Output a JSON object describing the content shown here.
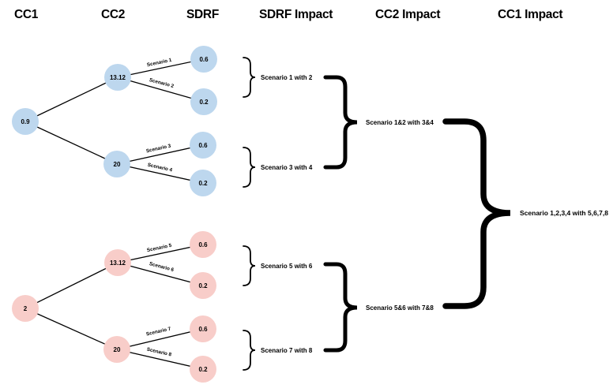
{
  "headers": {
    "cc1": "CC1",
    "cc2": "CC2",
    "sdrf": "SDRF",
    "sdrf_impact": "SDRF Impact",
    "cc2_impact": "CC2 Impact",
    "cc1_impact": "CC1 Impact"
  },
  "colors": {
    "blue_node": "#BDD7EE",
    "pink_node": "#F8CDC9",
    "line": "#000000"
  },
  "blue_tree": {
    "root": "0.9",
    "branches": [
      "13.12",
      "20"
    ],
    "leaves": [
      "0.6",
      "0.2",
      "0.6",
      "0.2"
    ]
  },
  "pink_tree": {
    "root": "2",
    "branches": [
      "13.12",
      "20"
    ],
    "leaves": [
      "0.6",
      "0.2",
      "0.6",
      "0.2"
    ]
  },
  "edge_labels": [
    "Scenario 1",
    "Scenario 2",
    "Scenario 3",
    "Scenario 4",
    "Scenario 5",
    "Scenario 6",
    "Scenario 7",
    "Scenario 8"
  ],
  "impacts": {
    "sdrf": [
      "Scenario 1 with 2",
      "Scenario 3 with 4",
      "Scenario 5 with 6",
      "Scenario 7 with 8"
    ],
    "cc2": [
      "Scenario 1&2 with 3&4",
      "Scenario 5&6 with 7&8"
    ],
    "cc1": "Scenario 1,2,3,4 with 5,6,7,8"
  }
}
